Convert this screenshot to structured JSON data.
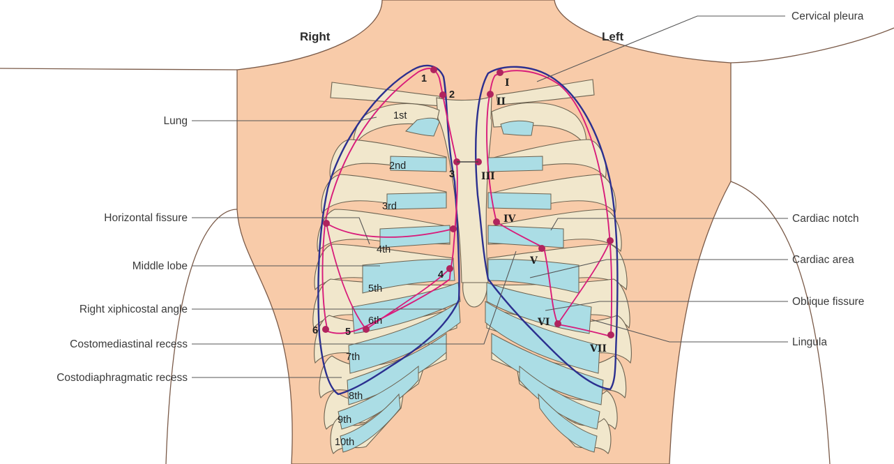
{
  "sides": {
    "right": "Right",
    "left": "Left"
  },
  "labels_left": [
    "Lung",
    "Horizontal fissure",
    "Middle lobe",
    "Right xiphicostal angle",
    "Costomediastinal recess",
    "Costodiaphragmatic recess"
  ],
  "labels_right": [
    "Cervical pleura",
    "Cardiac notch",
    "Cardiac area",
    "Oblique fissure",
    "Lingula"
  ],
  "ribs": [
    "1st",
    "2nd",
    "3rd",
    "4th",
    "5th",
    "6th",
    "7th",
    "8th",
    "9th",
    "10th"
  ],
  "right_points": [
    "1",
    "2",
    "3",
    "4",
    "5",
    "6"
  ],
  "left_points": [
    "I",
    "II",
    "III",
    "IV",
    "V",
    "VI",
    "VII"
  ],
  "colors": {
    "skin": "#f8cba9",
    "bone": "#f1e7cc",
    "cartilage": "#abdde5",
    "pleura": "#2b2f8f",
    "lung": "#d81b7a",
    "point": "#b0245e"
  }
}
